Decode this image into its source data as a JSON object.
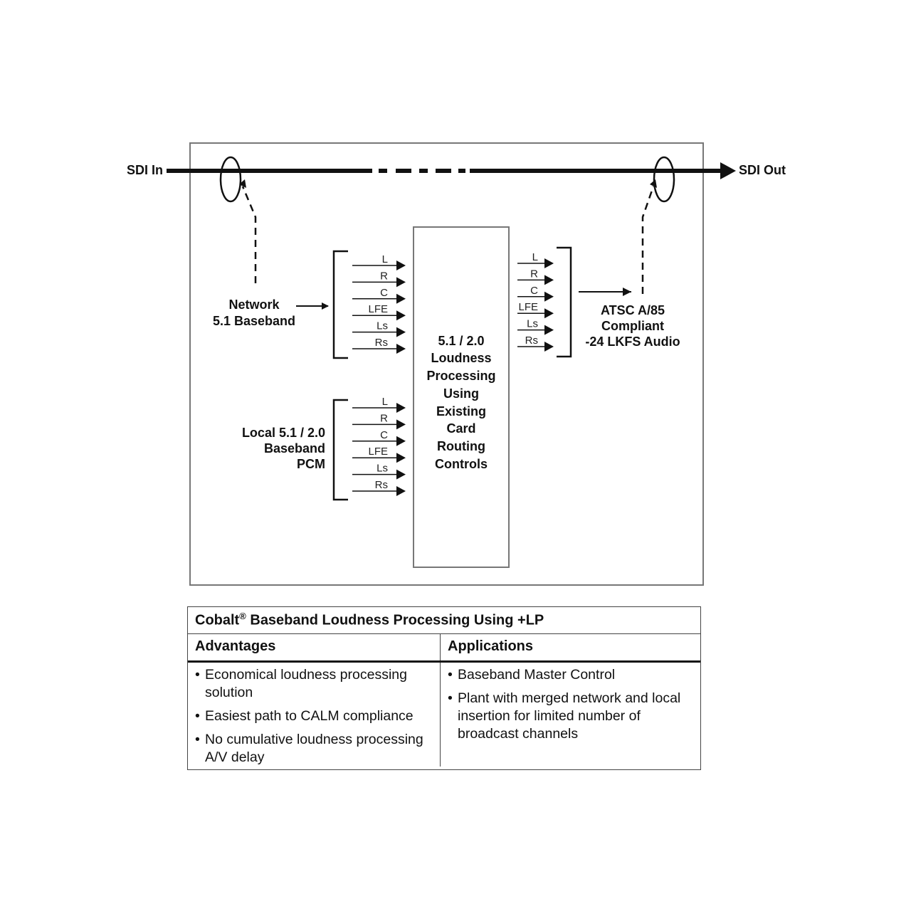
{
  "diagram": {
    "sdi_in": "SDI In",
    "sdi_out": "SDI Out",
    "network_label": [
      "Network",
      "5.1 Baseband"
    ],
    "local_label": [
      "Local 5.1 / 2.0",
      "Baseband",
      "PCM"
    ],
    "output_label": [
      "ATSC A/85",
      "Compliant",
      "-24 LKFS Audio"
    ],
    "processor_label": [
      "5.1 / 2.0",
      "Loudness",
      "Processing",
      "Using",
      "Existing",
      "Card",
      "Routing",
      "Controls"
    ],
    "channels": [
      "L",
      "R",
      "C",
      "LFE",
      "Ls",
      "Rs"
    ]
  },
  "table": {
    "title_main": "Cobalt",
    "title_mark": "®",
    "title_rest": " Baseband Loudness Processing Using +LP",
    "advantages_header": "Advantages",
    "applications_header": "Applications",
    "advantages": [
      "Economical loudness processing solution",
      "Easiest path to CALM compliance",
      "No cumulative loudness processing A/V delay"
    ],
    "applications": [
      "Baseband Master Control",
      "Plant with merged network and local insertion for limited number of broadcast channels"
    ]
  }
}
